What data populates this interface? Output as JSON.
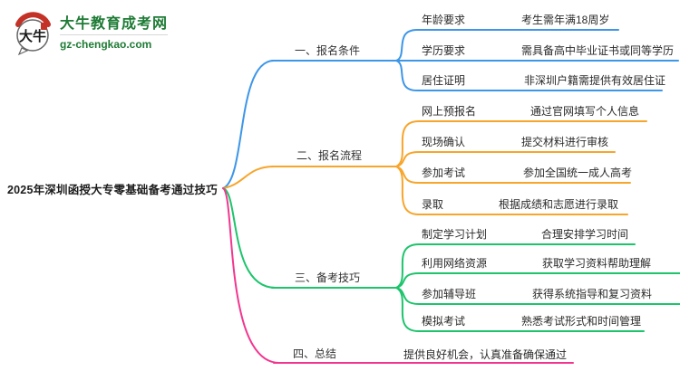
{
  "logo": {
    "icon_text": "大牛",
    "site_name": "大牛教育成考网",
    "site_domain": "gz-chengkao.com",
    "brand_green": "#1E7B35",
    "seal_red": "#C43127"
  },
  "main_topic": "2025年深圳函授大专零基础备考通过技巧",
  "branches": [
    {
      "label": "一、报名条件",
      "color": "#3D96E8",
      "children": [
        {
          "label": "年龄要求",
          "value": "考生需年满18周岁"
        },
        {
          "label": "学历要求",
          "value": "需具备高中毕业证书或同等学历"
        },
        {
          "label": "居住证明",
          "value": "非深圳户籍需提供有效居住证"
        }
      ]
    },
    {
      "label": "二、报名流程",
      "color": "#F7A52B",
      "children": [
        {
          "label": "网上预报名",
          "value": "通过官网填写个人信息"
        },
        {
          "label": "现场确认",
          "value": "提交材料进行审核"
        },
        {
          "label": "参加考试",
          "value": "参加全国统一成人高考"
        },
        {
          "label": "录取",
          "value": "根据成绩和志愿进行录取"
        }
      ]
    },
    {
      "label": "三、备考技巧",
      "color": "#1DC46C",
      "children": [
        {
          "label": "制定学习计划",
          "value": "合理安排学习时间"
        },
        {
          "label": "利用网络资源",
          "value": "获取学习资料帮助理解"
        },
        {
          "label": "参加辅导班",
          "value": "获得系统指导和复习资料"
        },
        {
          "label": "模拟考试",
          "value": "熟悉考试形式和时间管理"
        }
      ]
    },
    {
      "label": "四、总结",
      "color": "#F2368F",
      "children": [
        {
          "label": "提供良好机会，认真准备确保通过",
          "value": ""
        }
      ]
    }
  ]
}
